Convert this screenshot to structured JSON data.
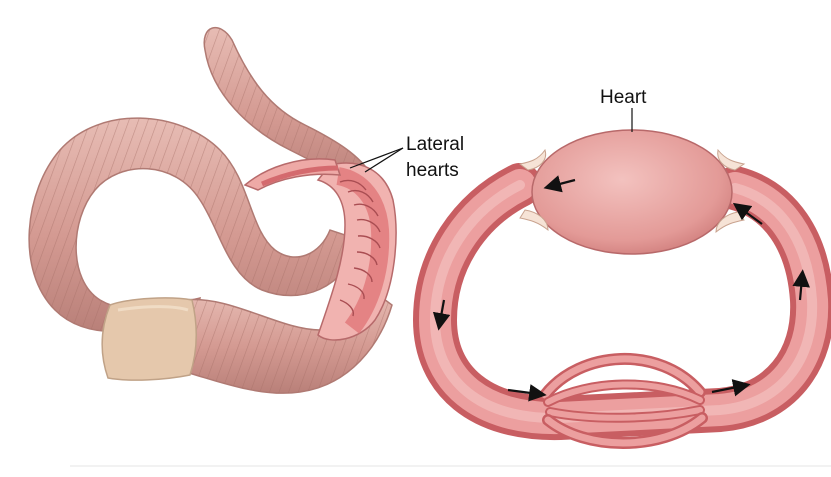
{
  "labels": {
    "lateral_line1": "Lateral",
    "lateral_line2": "hearts",
    "heart": "Heart"
  },
  "colors": {
    "body_skin": "#d9a59e",
    "body_shadow": "#b57f78",
    "clitellum": "#e3c3a8",
    "dissected_tissue": "#e27d7f",
    "vessel": "#e07c7d",
    "vessel_dark": "#c4585c",
    "vessel_light": "#f2b3b1",
    "heart": "#e9a5a2",
    "arrow": "#111111"
  }
}
